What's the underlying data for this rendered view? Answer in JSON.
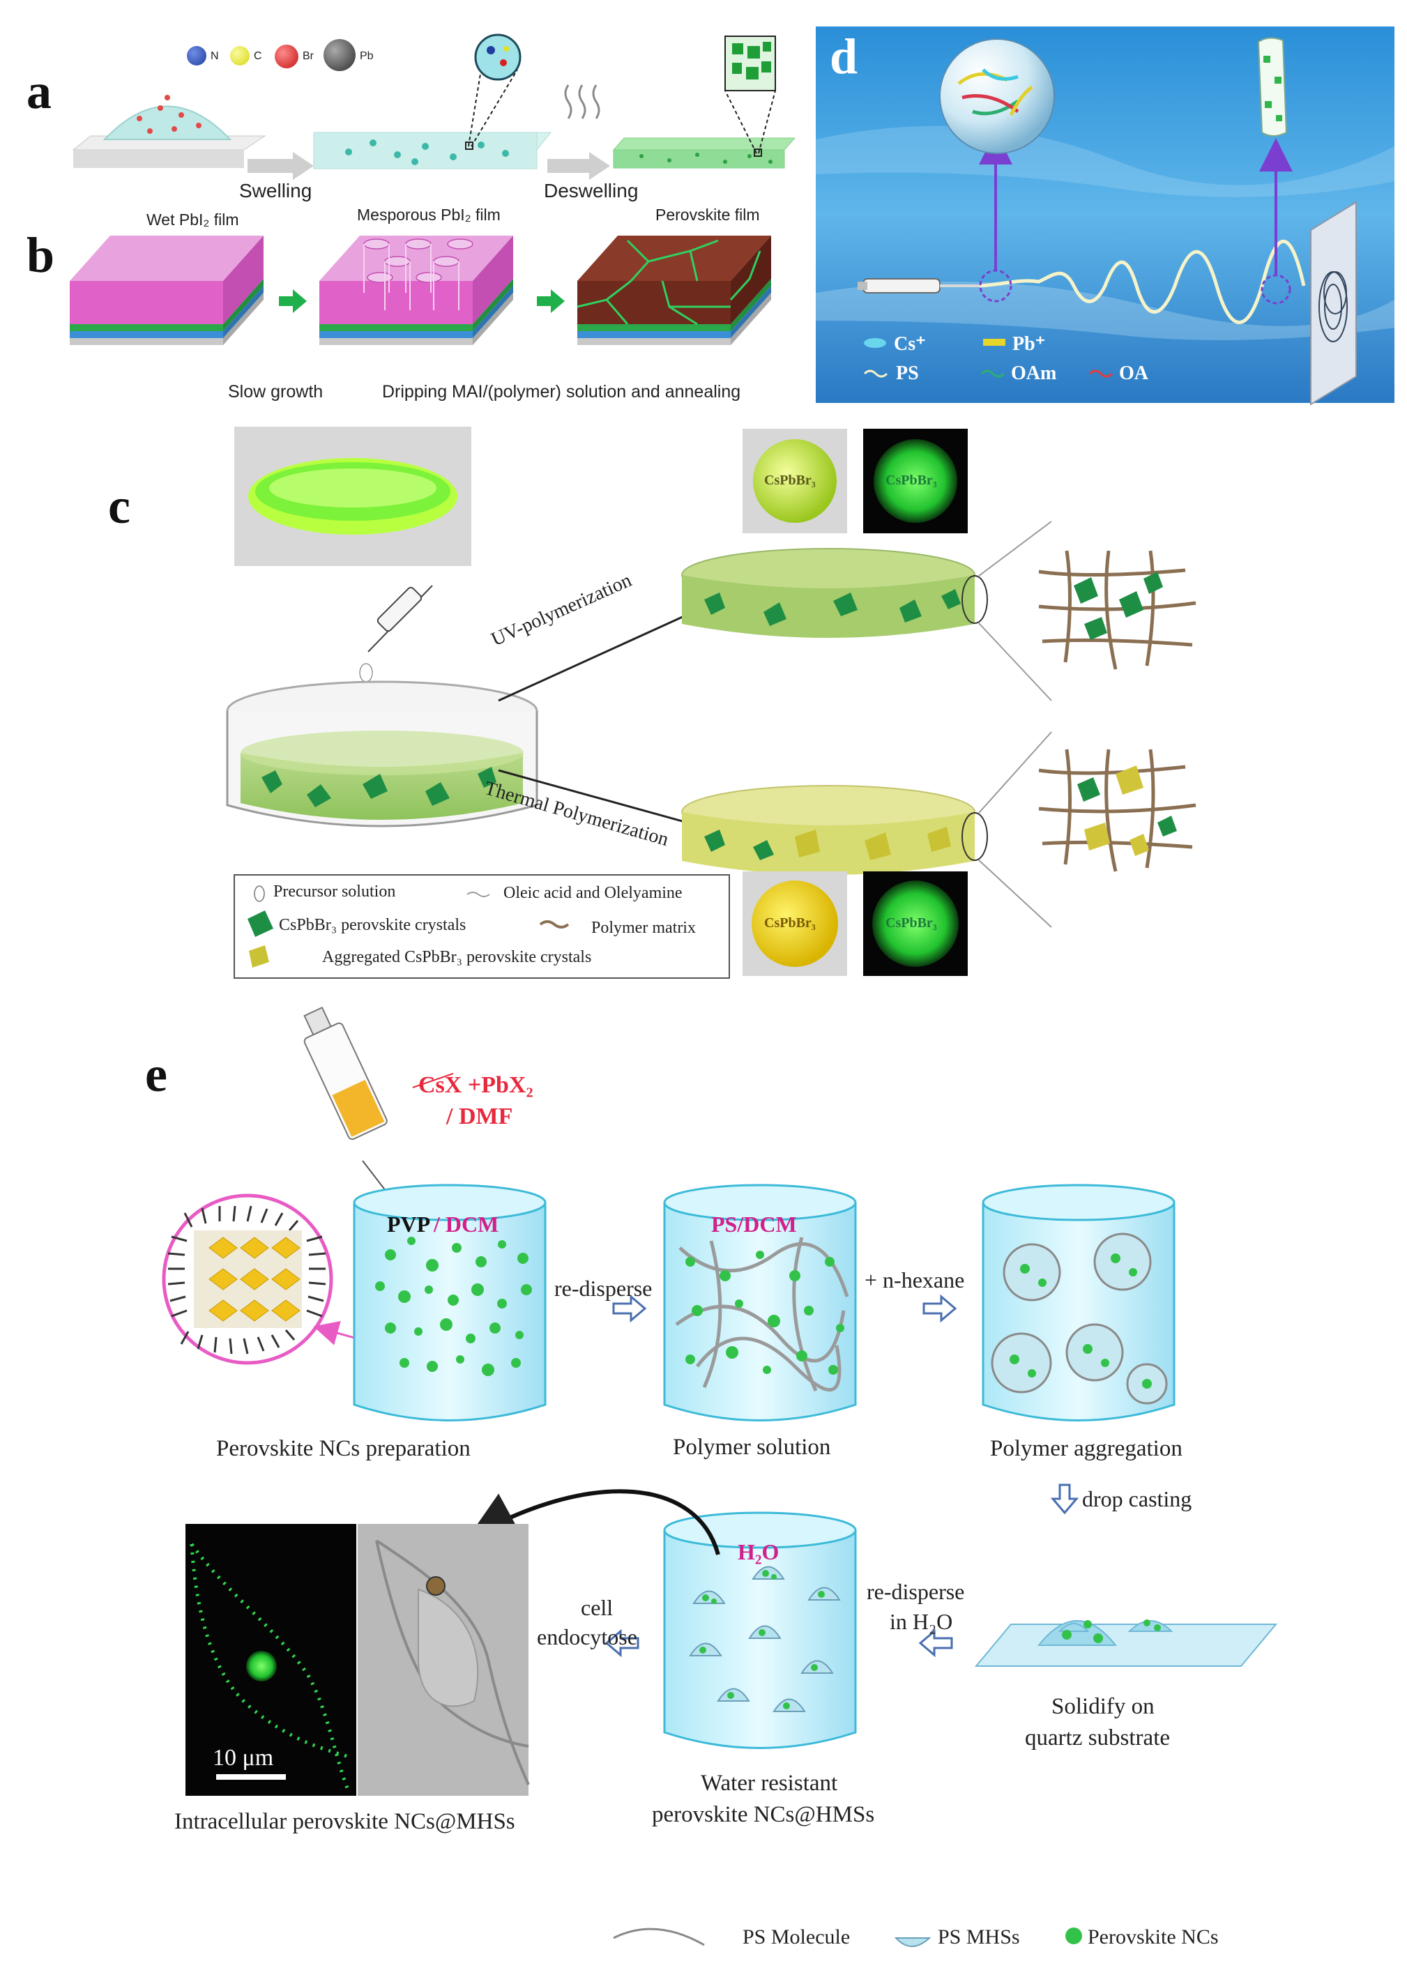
{
  "panels": {
    "a": {
      "label": "a",
      "legend": [
        {
          "symbol": "N",
          "color": "#1f3f9e"
        },
        {
          "symbol": "C",
          "color": "#e2e21a"
        },
        {
          "symbol": "Br",
          "color": "#d81f1f"
        },
        {
          "symbol": "Pb",
          "color": "#3a3a3a"
        }
      ],
      "steps": [
        "Swelling",
        "Deswelling"
      ]
    },
    "b": {
      "label": "b",
      "stages": [
        "Wet PbI₂ film",
        "Mesporous PbI₂ film",
        "Perovskite film"
      ],
      "steps": [
        "Slow growth",
        "Dripping MAI/(polymer) solution and annealing"
      ]
    },
    "c": {
      "label": "c",
      "routes": [
        "UV-polymerization",
        "Thermal  Polymerization"
      ],
      "samples": [
        "CsPbBr₃",
        "CsPbBr₃",
        "CsPbBr₃",
        "CsPbBr₃"
      ],
      "legend": {
        "precursor": "Precursor solution",
        "ligands": "Oleic acid and Olelyamine",
        "crystals": "CsPbBr₃ perovskite crystals",
        "matrix": "Polymer matrix",
        "aggregated": "Aggregated  CsPbBr₃ perovskite   crystals"
      }
    },
    "d": {
      "label": "d",
      "legend": [
        "Cs⁺",
        "Pb⁺",
        "PS",
        "OAm",
        "OA"
      ]
    },
    "e": {
      "label": "e",
      "precursor_line1": "CsX +PbX₂",
      "precursor_line2": "/ DMF",
      "beakers": {
        "b1_a": "PVP",
        "b1_b": "/ DCM",
        "b2": "PS/DCM",
        "b4": "H₂O"
      },
      "steps": {
        "redisperse": "re-disperse",
        "hexane": "+ n-hexane",
        "drop": "drop casting",
        "redisperse_h2o_1": "re-disperse",
        "redisperse_h2o_2": "in H₂O",
        "endo_1": "cell",
        "endo_2": "endocytose"
      },
      "captions": {
        "prep": "Perovskite NCs preparation",
        "solution": "Polymer solution",
        "aggregation": "Polymer aggregation",
        "solidify_1": "Solidify on",
        "solidify_2": "quartz substrate",
        "water_1": "Water resistant",
        "water_2": "perovskite NCs@HMSs",
        "intracellular": "Intracellular perovskite NCs@MHSs"
      },
      "scale_bar": "10 μm",
      "legend": [
        "PS  Molecule",
        "PS  MHSs",
        "Perovskite NCs"
      ]
    }
  },
  "colors": {
    "pink": "#e85bc5",
    "green": "#2fb54a",
    "cyan_glass": "#bfeef8",
    "red_text": "#e8283c",
    "magenta_text": "#d1208a",
    "arrow_blue": "#4a6fb0"
  }
}
